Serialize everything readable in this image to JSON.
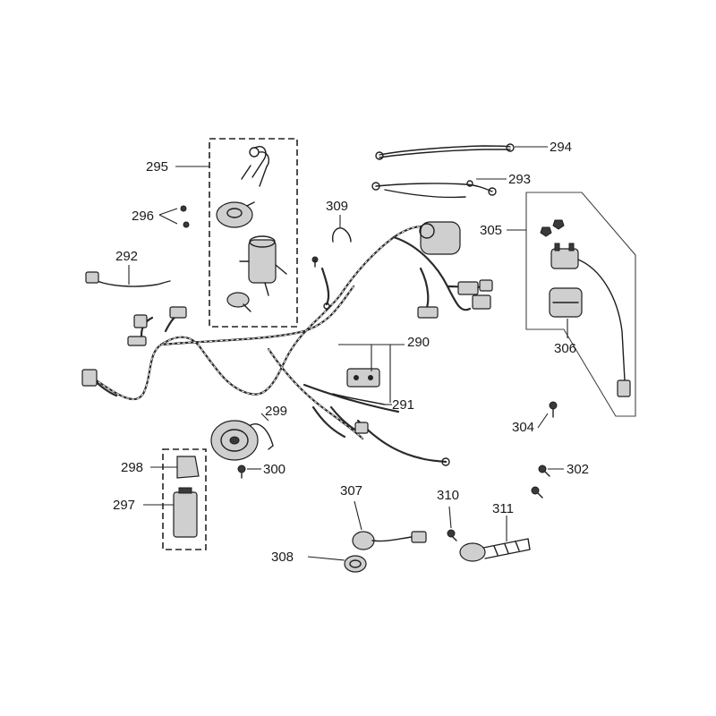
{
  "labels": {
    "p290": "290",
    "p291": "291",
    "p292": "292",
    "p293": "293",
    "p294": "294",
    "p295": "295",
    "p296": "296",
    "p297": "297",
    "p298": "298",
    "p299": "299",
    "p300": "300",
    "p302": "302",
    "p304": "304",
    "p305": "305",
    "p306": "306",
    "p307": "307",
    "p308": "308",
    "p309": "309",
    "p310": "310",
    "p311": "311"
  }
}
